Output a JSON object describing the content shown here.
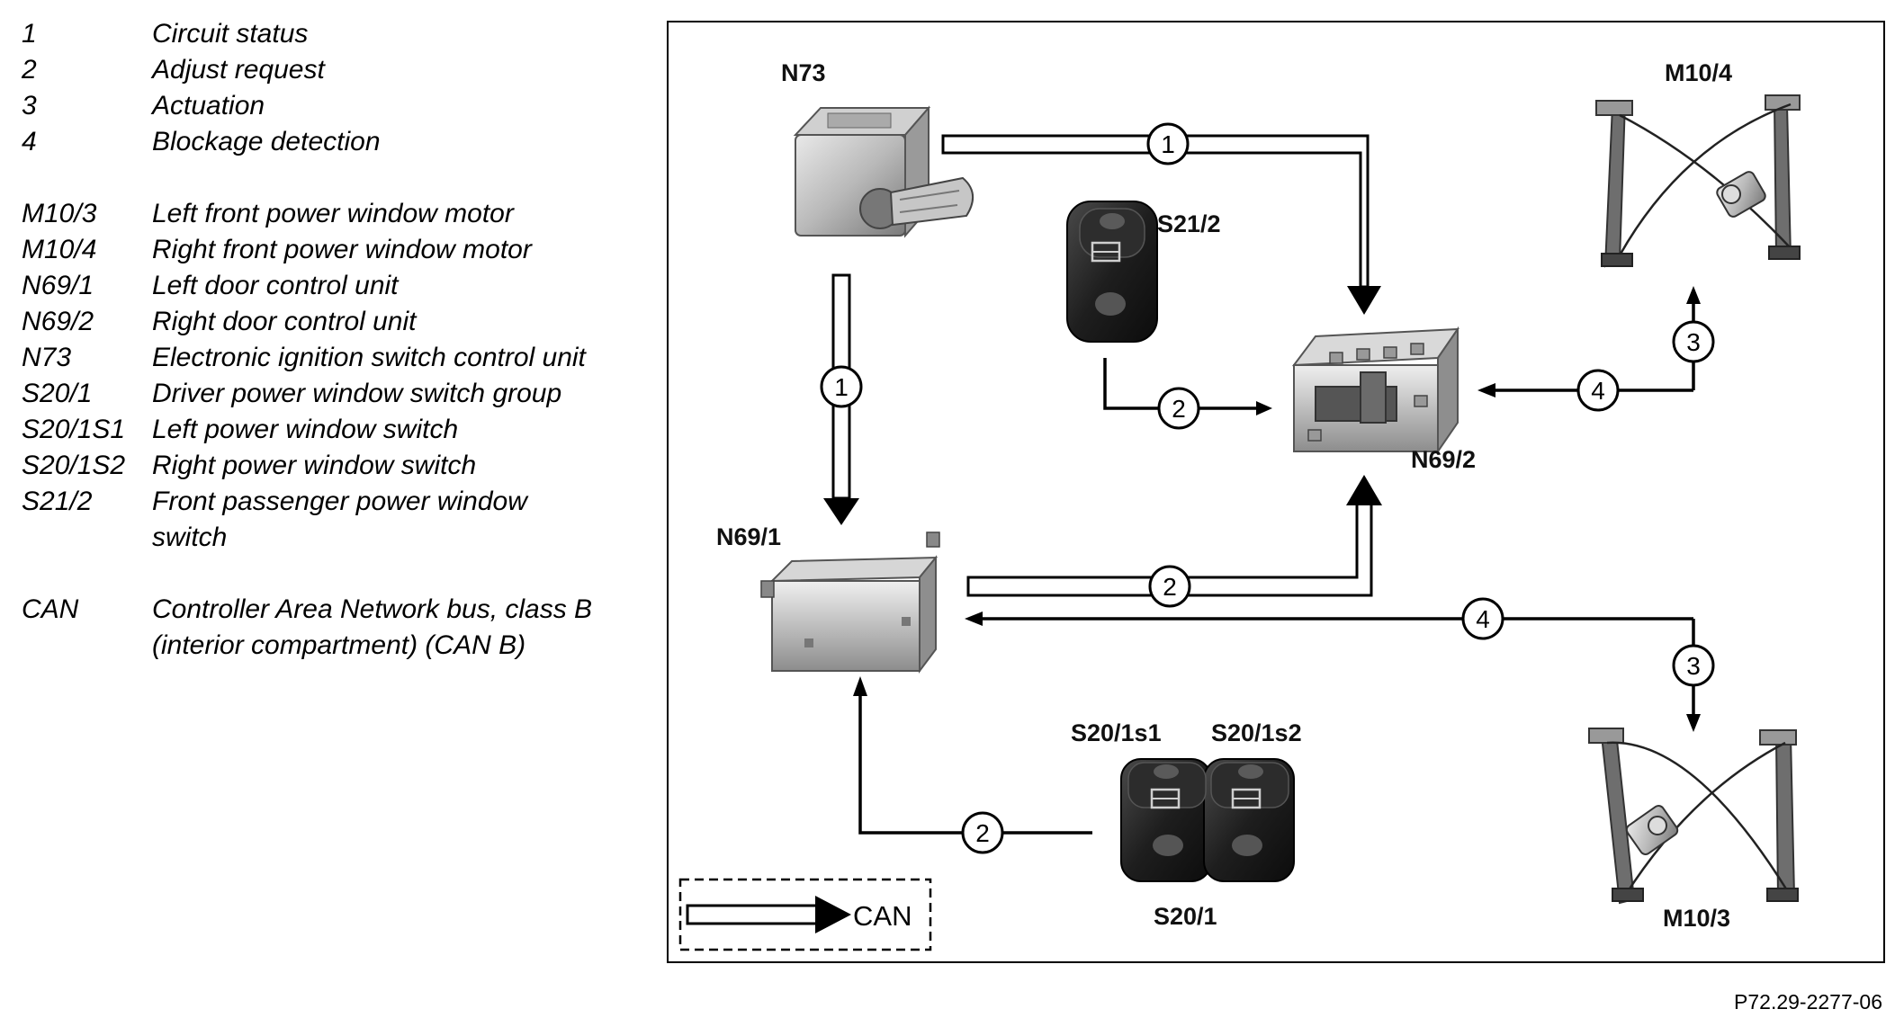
{
  "legend": {
    "numbered": [
      {
        "key": "1",
        "text": "Circuit status"
      },
      {
        "key": "2",
        "text": "Adjust request"
      },
      {
        "key": "3",
        "text": "Actuation"
      },
      {
        "key": "4",
        "text": "Blockage detection"
      }
    ],
    "components": [
      {
        "key": "M10/3",
        "text": "Left front power window motor"
      },
      {
        "key": "M10/4",
        "text": "Right front power window motor"
      },
      {
        "key": "N69/1",
        "text": "Left door control unit"
      },
      {
        "key": "N69/2",
        "text": "Right door control unit"
      },
      {
        "key": "N73",
        "text": "Electronic ignition switch control unit"
      },
      {
        "key": "S20/1",
        "text": "Driver power window switch group"
      },
      {
        "key": "S20/1S1",
        "text": "Left power window switch"
      },
      {
        "key": "S20/1S2",
        "text": "Right power window switch"
      },
      {
        "key": "S21/2",
        "text": "Front passenger power window switch"
      }
    ],
    "bus": [
      {
        "key": "CAN",
        "text": "Controller Area Network bus, class B (interior compartment) (CAN B)"
      }
    ]
  },
  "diagram": {
    "labels": {
      "n73": "N73",
      "m10_4": "M10/4",
      "s21_2": "S21/2",
      "n69_2": "N69/2",
      "n69_1": "N69/1",
      "s20_1s1": "S20/1s1",
      "s20_1s2": "S20/1s2",
      "s20_1": "S20/1",
      "m10_3": "M10/3"
    },
    "signals": {
      "n73_to_n69_2": "1",
      "n73_to_n69_1": "1",
      "s21_2_to_n69_2": "2",
      "n69_2_to_m10_4_act": "3",
      "m10_4_to_n69_2_block": "4",
      "n69_1_to_n69_2": "2",
      "m10_3_to_n69_1_block": "4",
      "n69_1_to_m10_3_act": "3",
      "s20_1_to_n69_1": "2"
    },
    "can_legend_label": "CAN"
  },
  "reference_code": "P72.29-2277-06"
}
